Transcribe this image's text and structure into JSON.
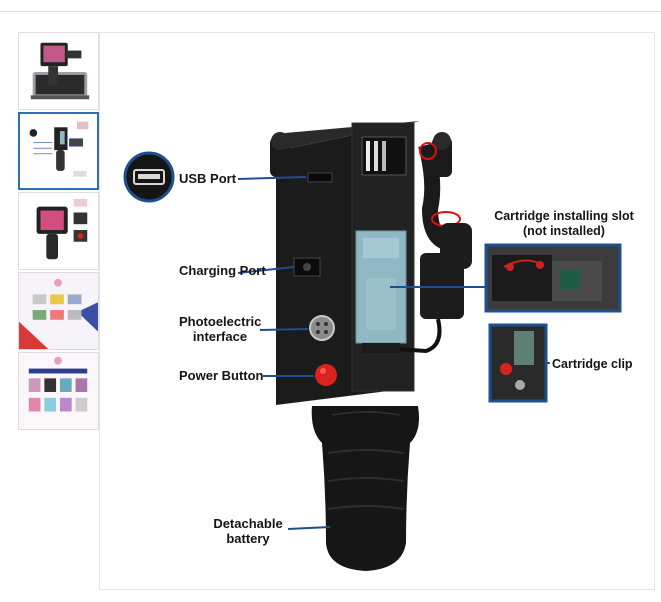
{
  "thumbnails": [
    {
      "name": "carrying case view"
    },
    {
      "name": "labeled parts view",
      "selected": true
    },
    {
      "name": "front screen view"
    },
    {
      "name": "printing samples"
    },
    {
      "name": "what in box"
    }
  ],
  "callouts": {
    "usb_port": "USB Port",
    "charging_port": "Charging Port",
    "photoelectric_line1": "Photoelectric",
    "photoelectric_line2": "interface",
    "power_button": "Power Button",
    "battery_line1": "Detachable",
    "battery_line2": "battery",
    "slot_line1": "Cartridge installing slot",
    "slot_line2": "(not installed)",
    "clip": "Cartridge clip"
  },
  "colors": {
    "accent": "#1f4f8f",
    "selected_border": "#2d6fb8",
    "device_body": "#1b1b1b",
    "cartridge": "#8fb8c4",
    "power_button": "#d9231c"
  }
}
